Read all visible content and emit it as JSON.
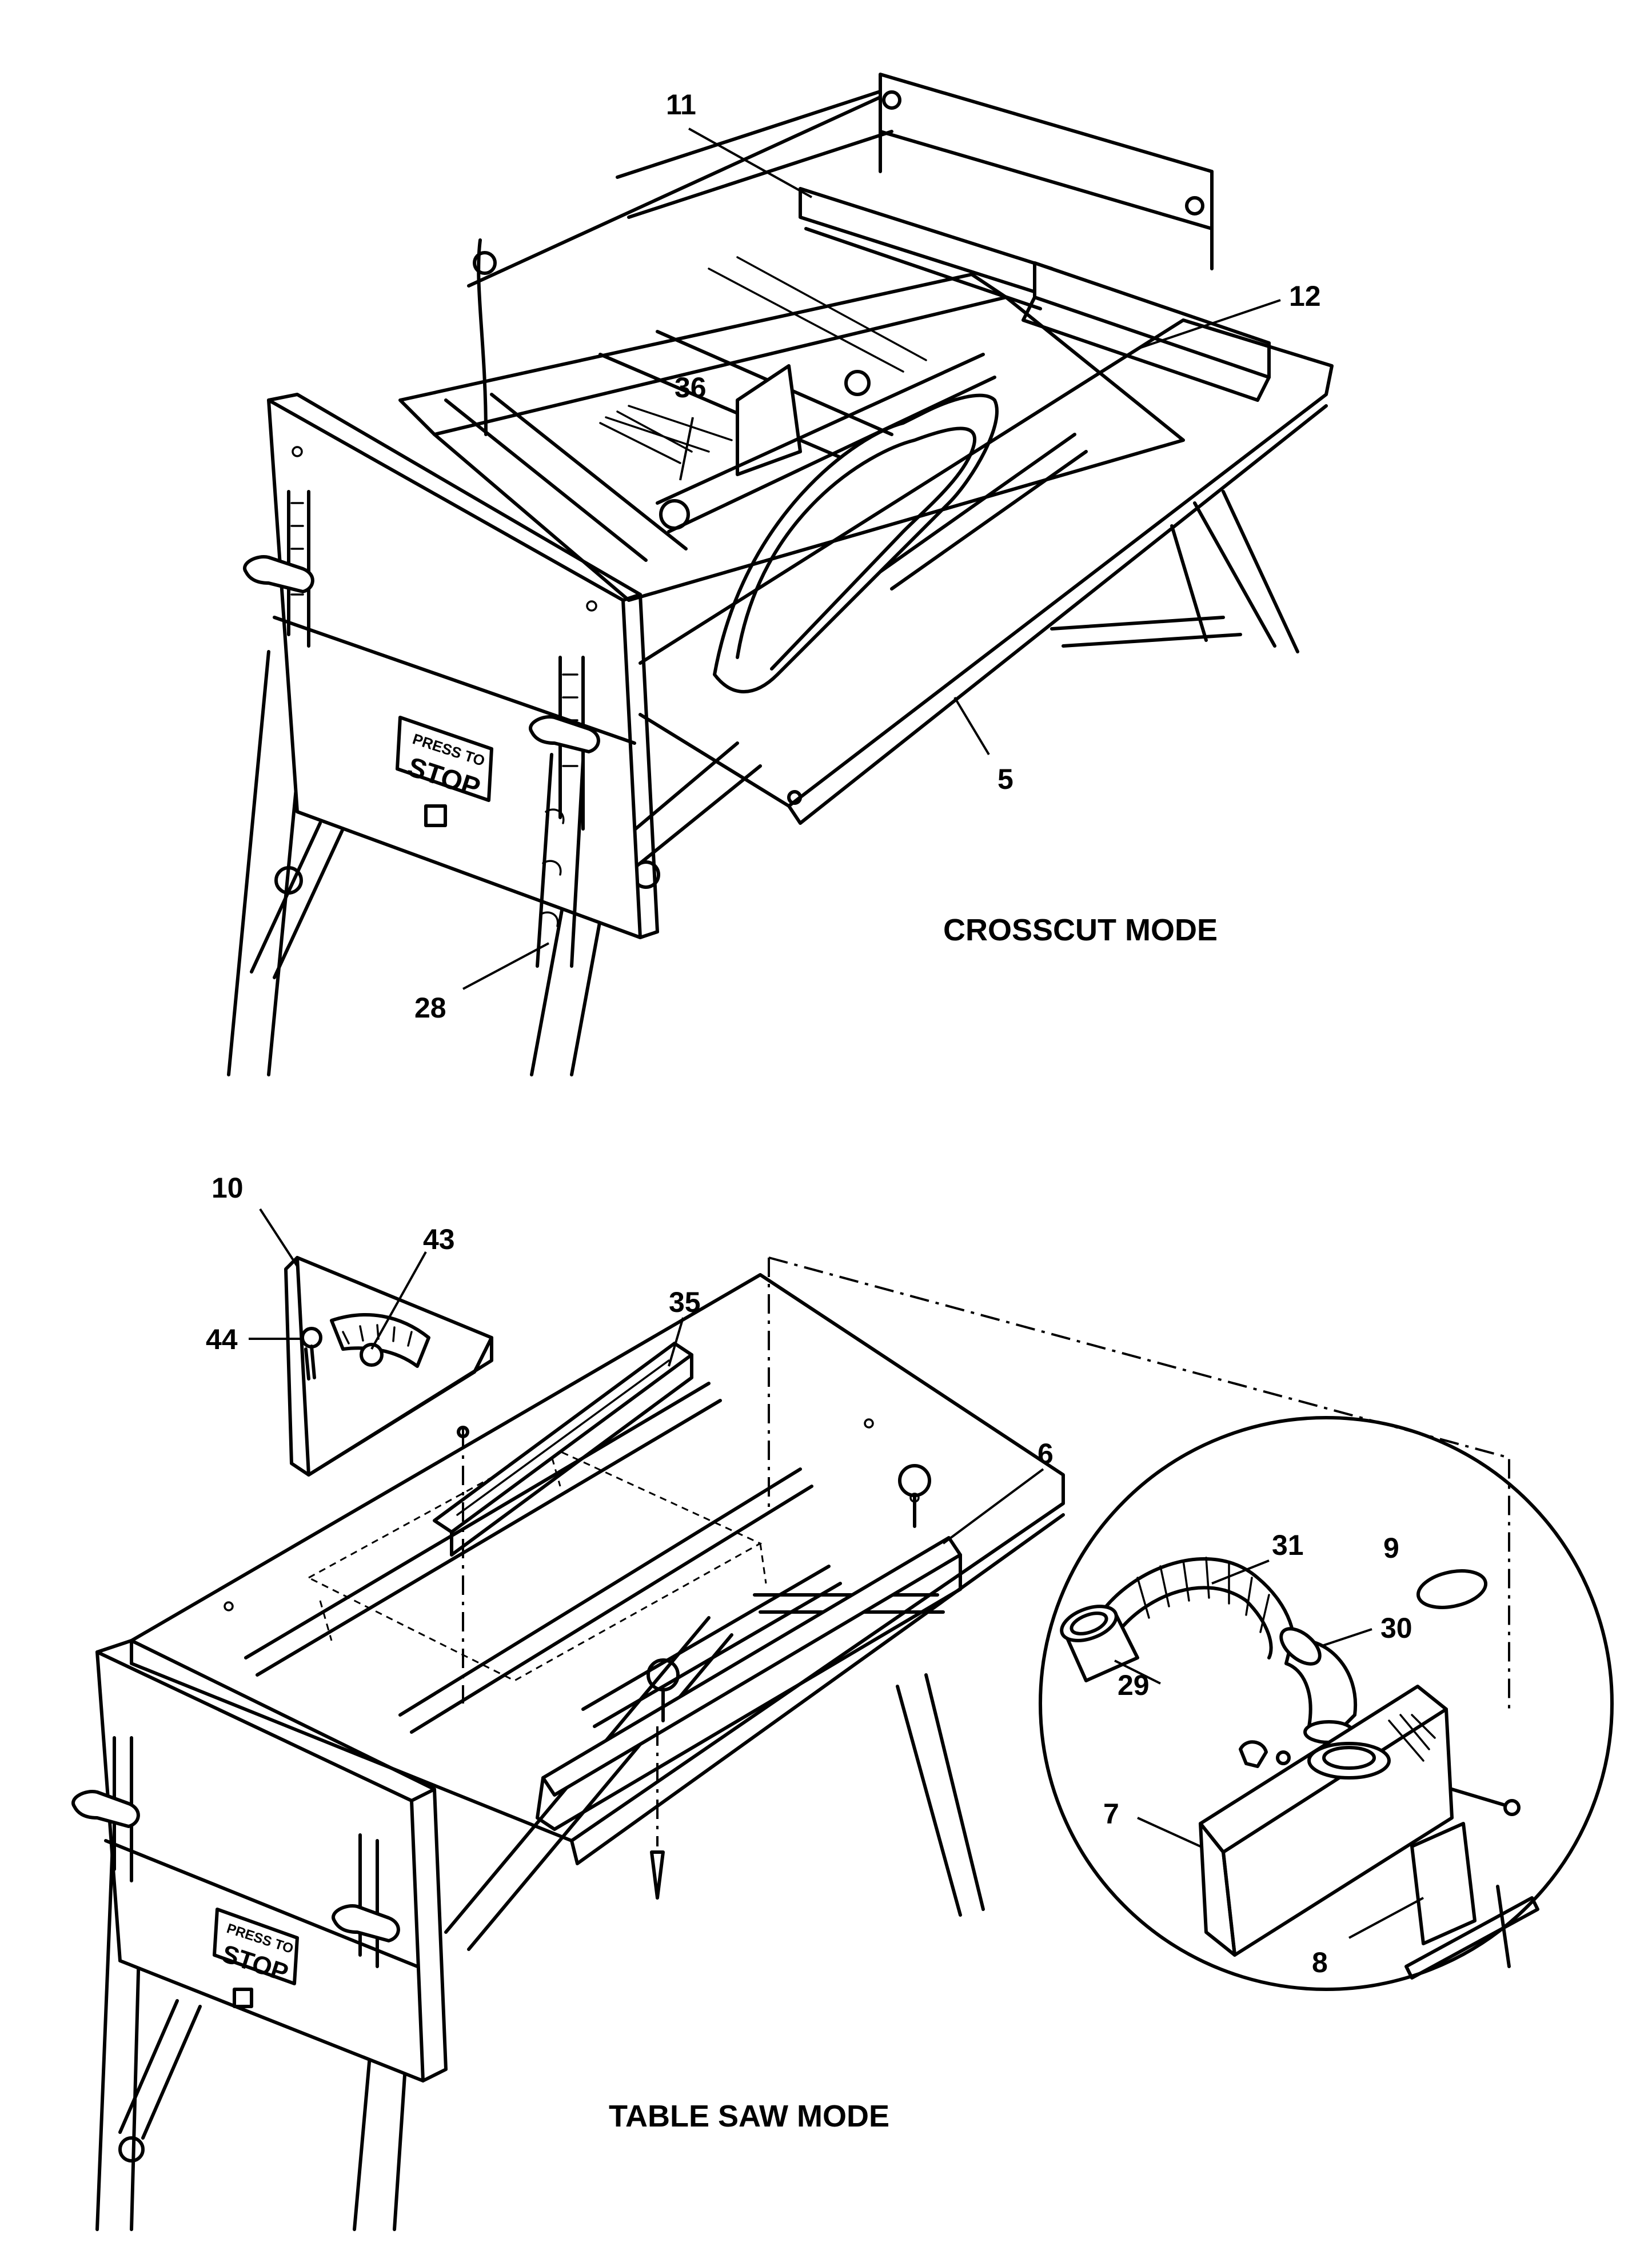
{
  "views": {
    "crosscut": {
      "title": "CROSSCUT MODE",
      "callouts": {
        "c11": "11",
        "c12": "12",
        "c36": "36",
        "c5": "5",
        "c28": "28"
      },
      "button": {
        "line1": "PRESS TO",
        "line2": "STOP"
      }
    },
    "table_saw": {
      "title": "TABLE SAW MODE",
      "callouts": {
        "c10": "10",
        "c43": "43",
        "c44": "44",
        "c35": "35",
        "c6": "6"
      },
      "button": {
        "line1": "PRESS TO",
        "line2": "STOP"
      }
    },
    "detail": {
      "callouts": {
        "c9": "9",
        "c31": "31",
        "c30": "30",
        "c29": "29",
        "c7": "7",
        "c8": "8"
      }
    }
  }
}
